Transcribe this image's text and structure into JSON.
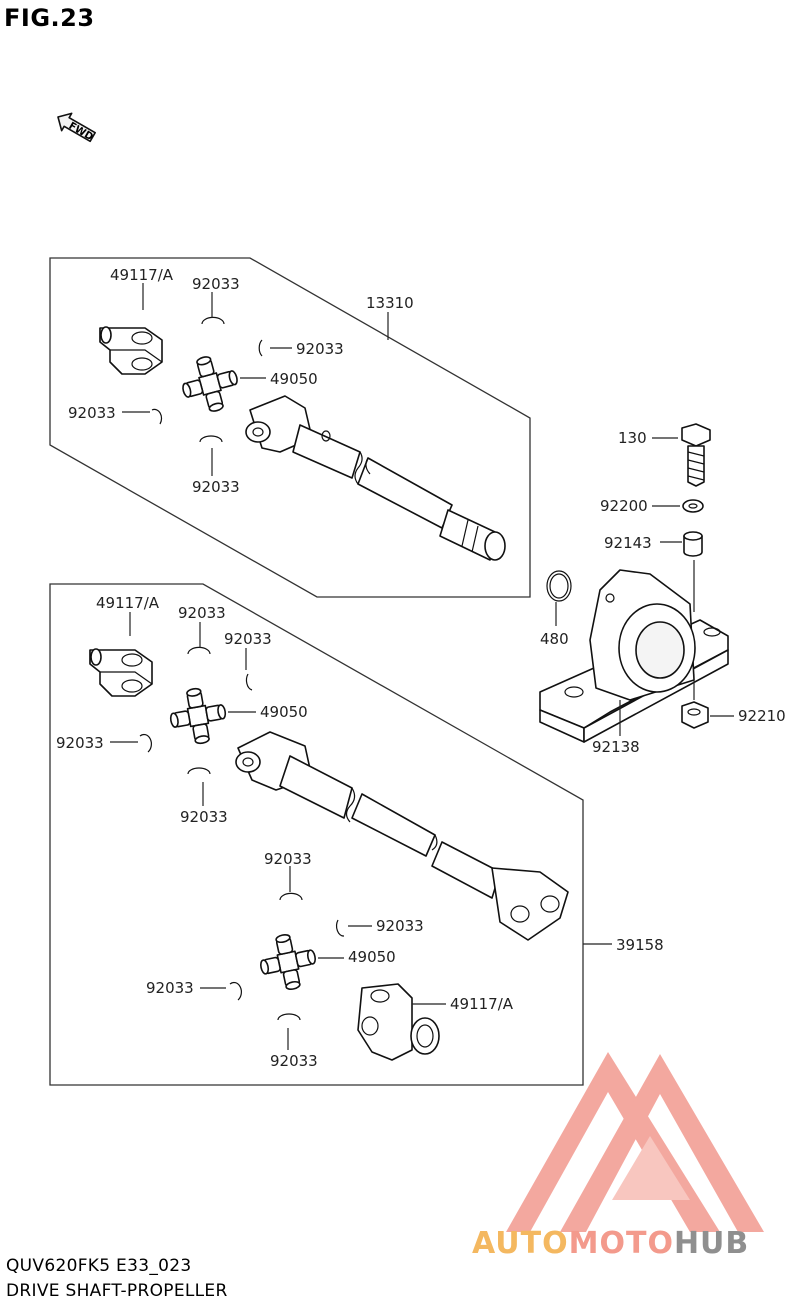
{
  "figure": {
    "title": "FIG.23",
    "direction_label": "FWD"
  },
  "callouts": {
    "upper_shaft_assembly": "13310",
    "lower_shaft_assembly": "39158",
    "upper_yoke": "49117/A",
    "upper_clip_top": "92033",
    "upper_clip_right": "92033",
    "upper_spider": "49050",
    "upper_clip_left": "92033",
    "upper_clip_bottom": "92033",
    "lower_yoke": "49117/A",
    "lower_clip_top": "92033",
    "lower_clip_right": "92033",
    "lower_spider": "49050",
    "lower_clip_left": "92033",
    "lower_clip_bottom": "92033",
    "rear_clip_top": "92033",
    "rear_clip_right": "92033",
    "rear_spider": "49050",
    "rear_clip_left": "92033",
    "rear_clip_bottom": "92033",
    "rear_yoke": "49117/A",
    "bolt": "130",
    "washer": "92200",
    "collar": "92143",
    "circlip": "480",
    "bearing_housing": "92138",
    "nut": "92210"
  },
  "footer": {
    "model": "QUV620FK5 E33_023",
    "name": "DRIVE SHAFT-PROPELLER"
  },
  "watermark": {
    "part1": "AUTO",
    "part2": "MOTO",
    "part3": "HUB"
  },
  "colors": {
    "line": "#111111",
    "watermark_red": "#f08b80",
    "watermark_orange": "#f4b860",
    "watermark_gray": "#8f8f8f"
  }
}
